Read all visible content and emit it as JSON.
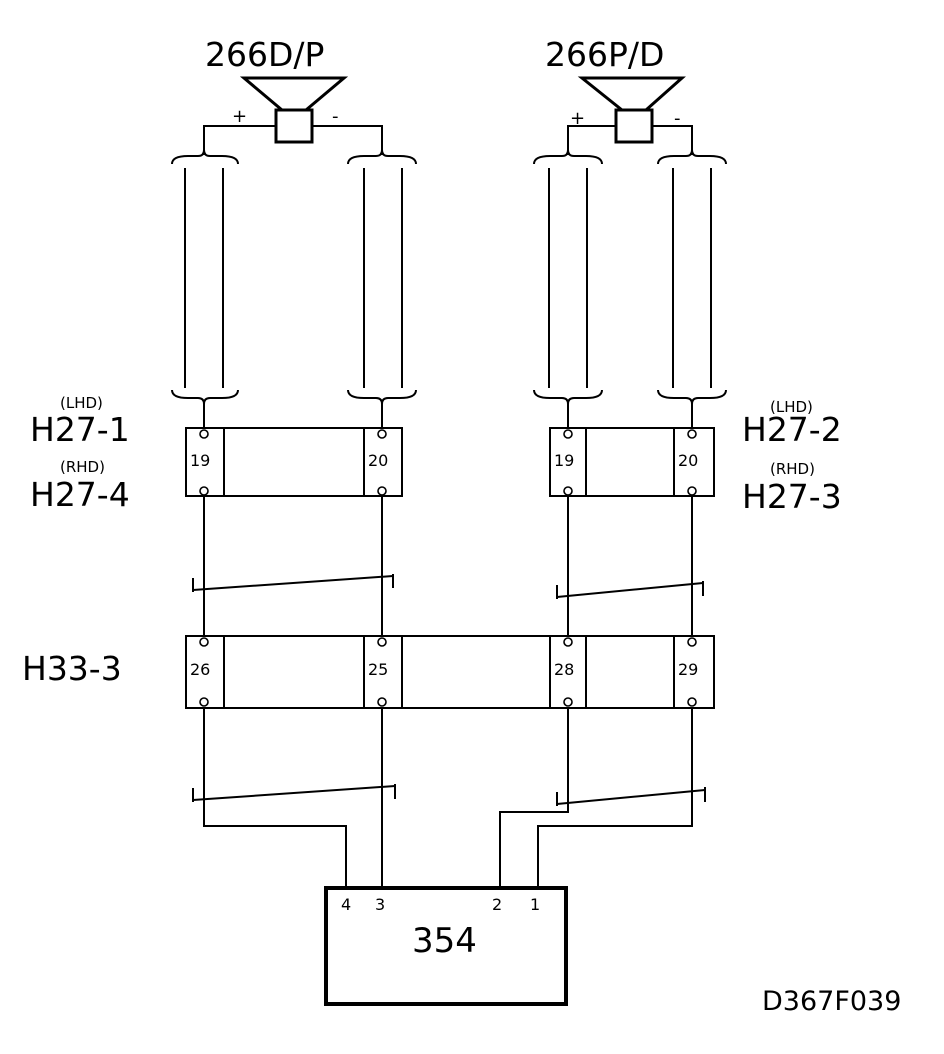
{
  "speakers": {
    "left": {
      "label": "266D/P",
      "plus": "+",
      "minus": "-"
    },
    "right": {
      "label": "266P/D",
      "plus": "+",
      "minus": "-"
    }
  },
  "connectors": {
    "h27_left": {
      "tag_top": "(LHD)",
      "name_top": "H27-1",
      "tag_bottom": "(RHD)",
      "name_bottom": "H27-4",
      "pins": [
        "19",
        "20"
      ]
    },
    "h27_right": {
      "tag_top": "(LHD)",
      "name_top": "H27-2",
      "tag_bottom": "(RHD)",
      "name_bottom": "H27-3",
      "pins": [
        "19",
        "20"
      ]
    },
    "h33": {
      "name": "H33-3",
      "pins": [
        "26",
        "25",
        "28",
        "29"
      ]
    }
  },
  "module": {
    "label": "354",
    "pins": [
      "4",
      "3",
      "2",
      "1"
    ]
  },
  "figure_code": "D367F039"
}
